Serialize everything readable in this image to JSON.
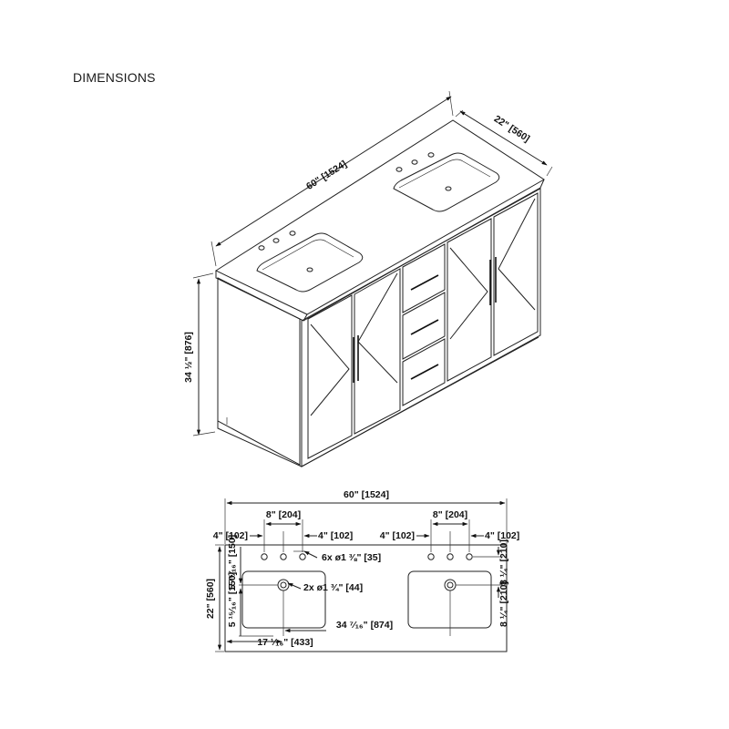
{
  "page": {
    "title": "DIMENSIONS"
  },
  "iso": {
    "width": "60\" [1524]",
    "depth": "22\" [560]",
    "height": "34 ½\" [876]"
  },
  "plan": {
    "overall_width": "60\" [1524]",
    "spacing_left": "8\" [204]",
    "spacing_right": "8\" [204]",
    "edge_1": "4\" [102]",
    "edge_2": "4\" [102]",
    "edge_3": "4\" [102]",
    "edge_4": "4\" [102]",
    "faucet_holes": "6x ø1 ⅜\" [35]",
    "drain_holes": "2x ø1 ¾\" [44]",
    "depth": "22\" [560]",
    "front_to_center": "5 ¹⁵⁄₁₆\" [150]",
    "back_to_holes": "8 ¼\" [210]",
    "center_spacing": "34 ⁷⁄₁₆\" [874]",
    "left_to_center": "17 ¹⁄₁₆\" [433]"
  }
}
